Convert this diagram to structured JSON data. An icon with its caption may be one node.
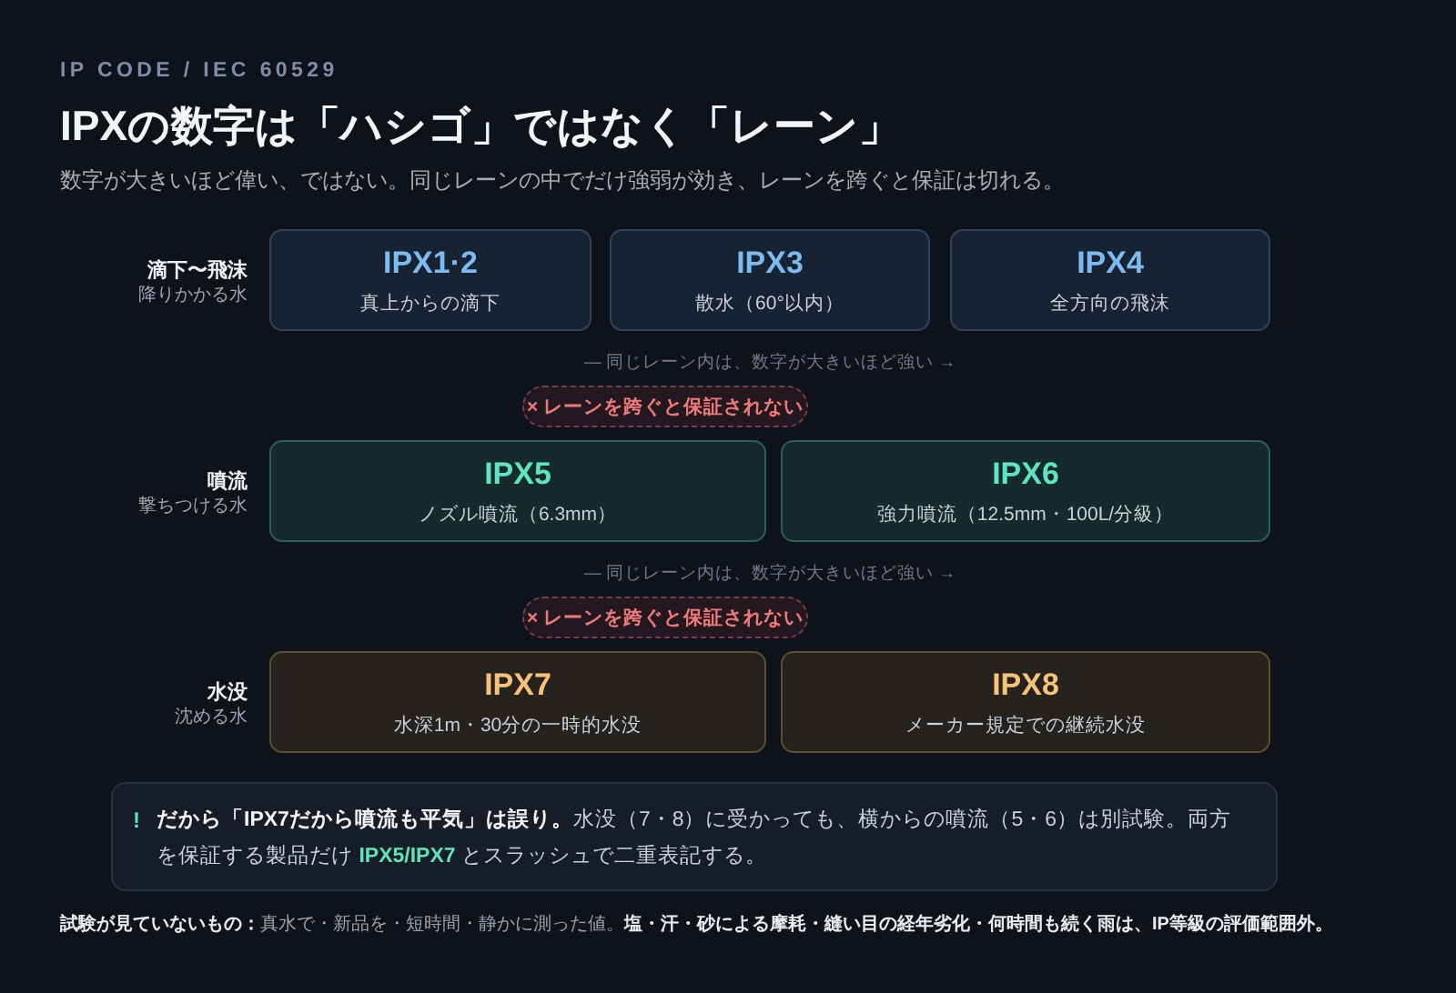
{
  "diagram": {
    "title": "IPXの数字は「ハシゴ」ではなく「レーン」",
    "nodes": [
      {
        "text": [
          "IPX1·2",
          "真上からの滴下"
        ]
      },
      {
        "text": [
          "IPX3",
          "散水（60°以内）"
        ]
      },
      {
        "text": [
          "IPX4",
          "全方向の飛沫"
        ]
      },
      {
        "text": [
          "× レーンを跨ぐと保証されない"
        ]
      },
      {
        "text": [
          "IPX5",
          "ノズル噴流（6.3mm）"
        ]
      },
      {
        "text": [
          "IPX6",
          "強力噴流（12.5mm・100L/分級）"
        ]
      },
      {
        "text": [
          "× レーンを跨ぐと保証されない"
        ]
      },
      {
        "text": [
          "IPX7",
          "水深1m・30分の一時的水没"
        ]
      },
      {
        "text": [
          "IPX8",
          "メーカー規定での継続水没"
        ]
      },
      {
        "text": [
          "!",
          "**だから「IPX7だから噴流も平気」は誤り。**水没（7・8）に受かっても、横からの噴流（5・6）は別試験。両方を保証する製品だけ **IPX5/IPX7** とスラッシュで二重表記する。"
        ]
      }
    ],
    "labels": [
      "IP CODE / IEC 60529",
      "数字が大きいほど偉い、ではない。同じレーンの中でだけ強弱が効き、レーンを跨ぐと保証は切れる。",
      "滴下〜飛沫",
      "降りかかる水",
      "— 同じレーン内は、数字が大きいほど強い →",
      "噴流",
      "撃ちつける水",
      "— 同じレーン内は、数字が大きいほど強い →",
      "水没",
      "沈める水",
      "**試験が見ていないもの：**真水で・新品を・短時間・静かに測った値。**塩・汗・砂による摩耗・縫い目の経年劣化・何時間も続く雨は、IP等級の評価範囲外。**"
    ]
  }
}
